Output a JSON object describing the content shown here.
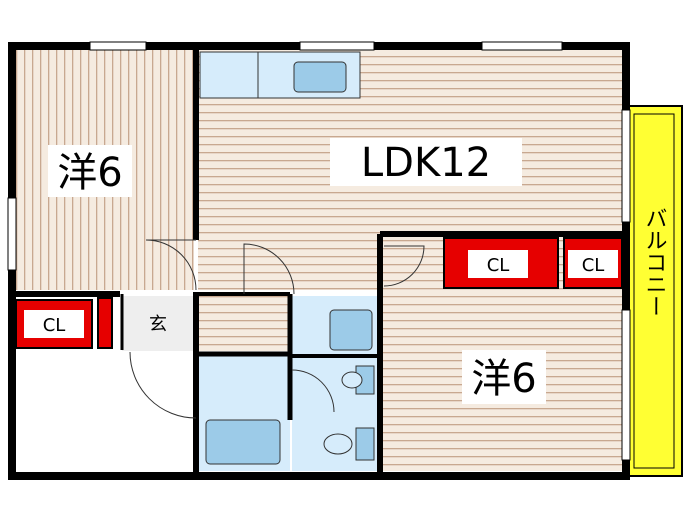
{
  "rooms": {
    "western_nw": {
      "label": "洋6"
    },
    "ldk": {
      "label": "LDK12"
    },
    "western_se": {
      "label": "洋6"
    }
  },
  "closets": {
    "cl_left": "CL",
    "cl_mid": "CL",
    "cl_right": "CL"
  },
  "entrance": {
    "label": "玄"
  },
  "balcony": {
    "label": "バルコニー"
  },
  "colors": {
    "wall": "#000000",
    "floor_stripe": "#c8a890",
    "floor_bg": "#f5ebe0",
    "wet_area": "#d6ecfb",
    "fixture": "#9ccbe8",
    "closet_red": "#e60000",
    "balcony_yellow": "#ffff33"
  }
}
